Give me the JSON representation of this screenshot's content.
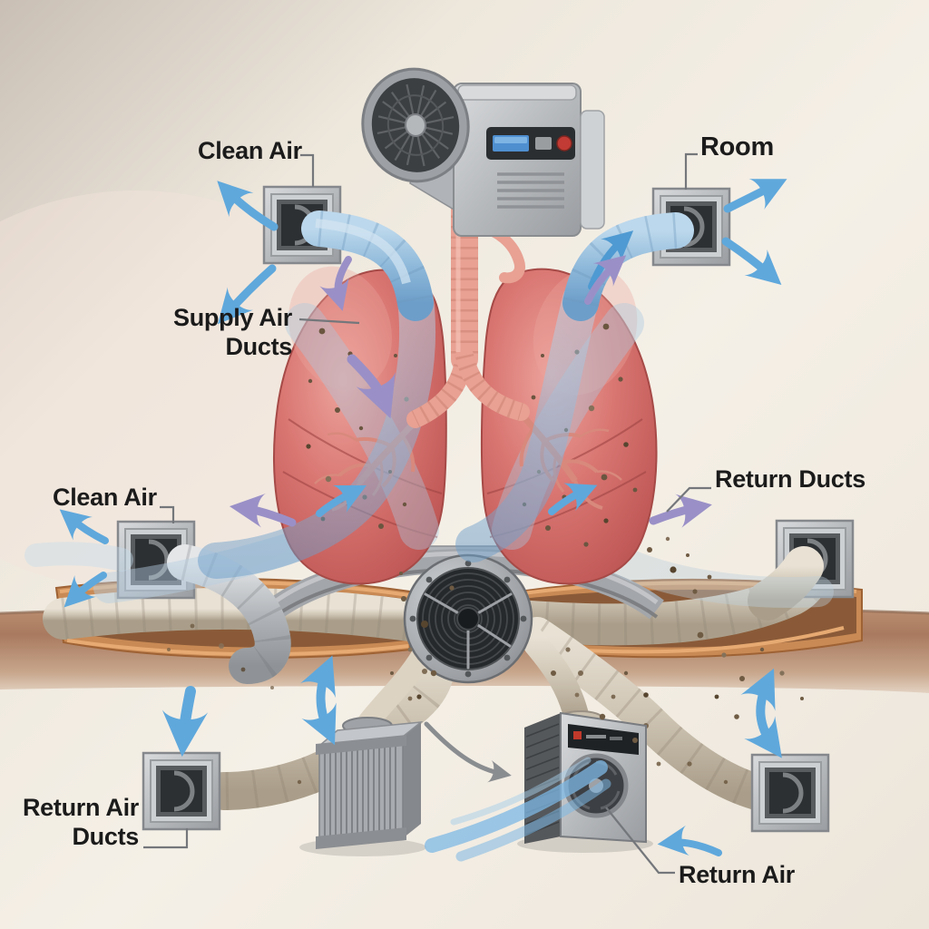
{
  "meta": {
    "alt": "Illustration comparing a home HVAC duct system to human lungs, with dirty return ducts underground and clean supply ducts above"
  },
  "labels": {
    "clean_air_top": "Clean Air",
    "room": "Room",
    "supply_air_ducts": [
      "Supply Air",
      "Ducts"
    ],
    "return_ducts": "Return Ducts",
    "clean_air_left": "Clean Air",
    "return_air_ducts": [
      "Return Air",
      "Ducts"
    ],
    "return_air": "Return Air"
  },
  "icons": {
    "rooftop_unit": "fan-blower-unit-icon",
    "ground_fan": "radial-fan-icon",
    "air_filter": "air-filter-icon",
    "return_air_unit": "fan-coil-unit-icon",
    "wall_vent": "wall-vent-icon",
    "lungs": "lungs-icon",
    "flow_arrow": "air-flow-arrow-icon"
  },
  "colors": {
    "background": "#f3eee5",
    "background_corner": "#c9bfb5",
    "ground": "#a97a5f",
    "supply_duct_blue": "#8fb9da",
    "arrow_blue": "#5fa8dc",
    "arrow_purple": "#9a90c7",
    "lung_pink": "#d4716e",
    "trachea_pink": "#e8a193",
    "metal_gray": "#b9bcc0",
    "vent_dark": "#2d3033",
    "dirty_duct": "#d9d0c1",
    "copper_lining": "#bf7c46",
    "debris": "#6f5b43",
    "label_text": "#1b1b1b",
    "leader_line": "#74777b"
  }
}
